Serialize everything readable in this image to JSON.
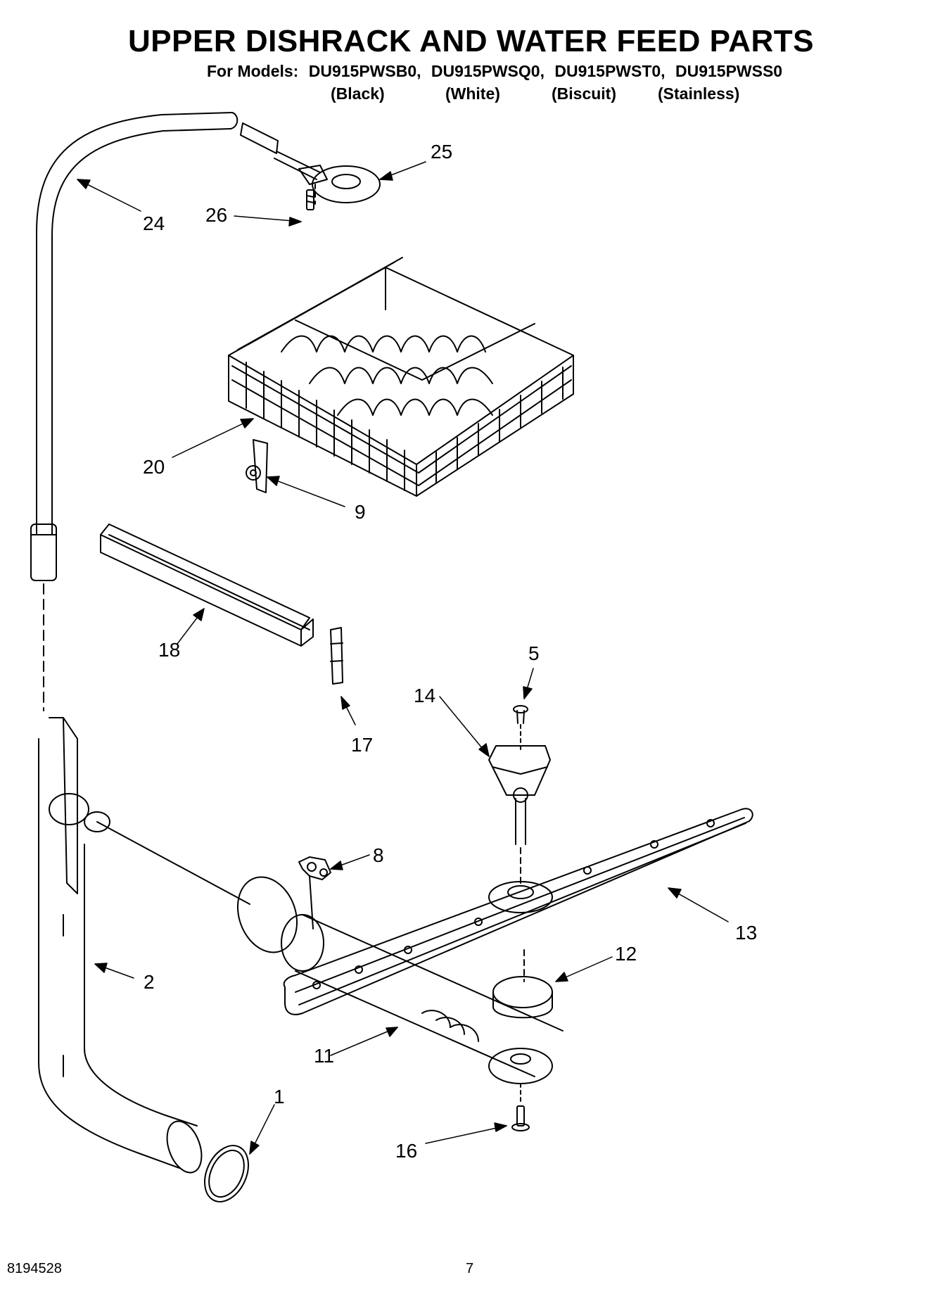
{
  "header": {
    "title": "UPPER DISHRACK AND WATER FEED PARTS",
    "models_prefix": "For Models:",
    "models": [
      "DU915PWSB0,",
      "DU915PWSQ0,",
      "DU915PWST0,",
      "DU915PWSS0"
    ],
    "colors": [
      "(Black)",
      "(White)",
      "(Biscuit)",
      "(Stainless)"
    ]
  },
  "callouts": [
    "25",
    "24",
    "26",
    "20",
    "9",
    "18",
    "17",
    "5",
    "14",
    "8",
    "13",
    "12",
    "2",
    "11",
    "1",
    "16"
  ],
  "footer": {
    "part_number": "8194528",
    "page": "7"
  }
}
